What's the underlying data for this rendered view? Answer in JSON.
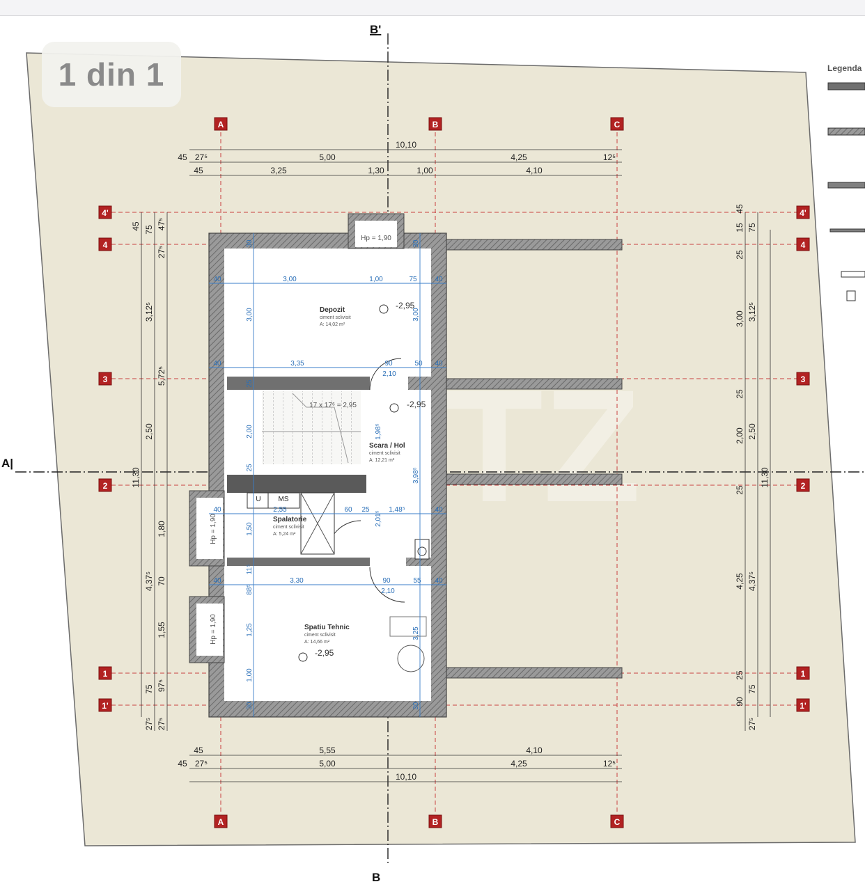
{
  "viewer": {
    "page_counter": "1 din 1"
  },
  "section_marks": {
    "b_top": "B'",
    "b_bottom": "B",
    "a_left": "A|"
  },
  "axes": {
    "columns": [
      "A",
      "B",
      "C"
    ],
    "rows": [
      "4'",
      "4",
      "3",
      "2",
      "1",
      "1'"
    ]
  },
  "legend": {
    "title": "Legenda"
  },
  "watermark": "BETZ",
  "dims_top": {
    "total": "10,10",
    "row2": [
      "45",
      "27⁵",
      "5,00",
      "4,25",
      "12⁵"
    ],
    "row3": [
      "45",
      "3,25",
      "1,30",
      "1,00",
      "4,10"
    ]
  },
  "dims_bottom": {
    "row1": [
      "45",
      "5,55",
      "4,10"
    ],
    "row2": [
      "45",
      "27⁵",
      "5,00",
      "4,25",
      "12⁵"
    ],
    "total": "10,10"
  },
  "dims_left": {
    "outer": [
      "11,30"
    ],
    "mid": [
      "3,12⁵",
      "5,72⁵",
      "2,50",
      "4,37⁵",
      "75",
      "27⁵"
    ],
    "inner": [
      "45",
      "47⁵",
      "75",
      "27⁵",
      "1,80",
      "70",
      "1,55",
      "97⁵",
      "27⁵"
    ]
  },
  "dims_right": {
    "outer": [
      "11,30"
    ],
    "mid": [
      "3,12⁵",
      "2,50",
      "4,37⁵",
      "75",
      "27⁵",
      "75"
    ],
    "inner": [
      "45",
      "15",
      "25",
      "3,00",
      "25",
      "2,00",
      "25",
      "4,25",
      "25",
      "90"
    ]
  },
  "rooms": [
    {
      "name": "Depozit",
      "finish": "ciment sclivisit",
      "area": "A:    14,02 m²",
      "level": "-2,95"
    },
    {
      "name": "Scara / Hol",
      "finish": "ciment sclivisit",
      "area": "A:    12,21 m²",
      "level": "-2,95"
    },
    {
      "name": "Spalatorie",
      "finish": "ciment sclivisit",
      "area": "A:    5,24 m²"
    },
    {
      "name": "Spatiu Tehnic",
      "finish": "ciment sclivisit",
      "area": "A:    14,66 m²",
      "level": "-2,95"
    }
  ],
  "interior_dims": {
    "depozit_row": [
      "40",
      "3,00",
      "1,00",
      "75",
      "40"
    ],
    "row3": [
      "40",
      "3,35",
      "90",
      "50",
      "40"
    ],
    "door1": "2,10",
    "stairs": "17 x 17⁶ = 2,95",
    "spal_row": [
      "40",
      "2,55",
      "60",
      "25",
      "1,48⁵",
      "40"
    ],
    "tech_row": [
      "40",
      "3,30",
      "90",
      "55",
      "40"
    ],
    "door2": "2,10",
    "v_left": [
      "30",
      "3,00",
      "25",
      "2,00",
      "25",
      "1,50",
      "11⁵",
      "88⁵",
      "1,25",
      "1,00",
      "30"
    ],
    "v_right": [
      "30",
      "3,00",
      "1,98⁵",
      "3,98⁵",
      "2,01⁵",
      "3,25",
      "30"
    ],
    "window_hp": [
      "Hp = 1,90",
      "Hp = 1,90",
      "Hp = 1,90"
    ],
    "fixtures": [
      "U",
      "MS"
    ]
  }
}
